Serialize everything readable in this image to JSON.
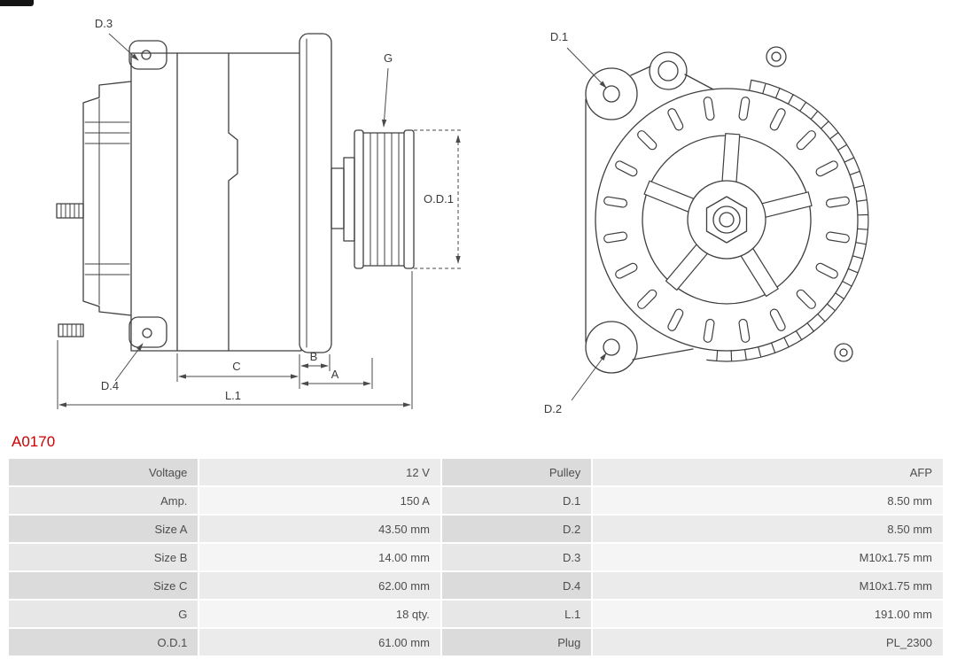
{
  "part_number": "A0170",
  "colors": {
    "part_number_red": "#cc0000",
    "table_label_bg": "#dbdbdb",
    "table_value_bg": "#ebebeb"
  },
  "diagram": {
    "side_view": {
      "d3": "D.3",
      "d4": "D.4",
      "g": "G",
      "od1": "O.D.1",
      "c": "C",
      "b": "B",
      "a": "A",
      "l1": "L.1"
    },
    "rear_view": {
      "d1": "D.1",
      "d2": "D.2"
    }
  },
  "specs": {
    "rows": [
      [
        "Voltage",
        "12 V",
        "Pulley",
        "AFP"
      ],
      [
        "Amp.",
        "150 A",
        "D.1",
        "8.50 mm"
      ],
      [
        "Size A",
        "43.50 mm",
        "D.2",
        "8.50 mm"
      ],
      [
        "Size B",
        "14.00 mm",
        "D.3",
        "M10x1.75 mm"
      ],
      [
        "Size C",
        "62.00 mm",
        "D.4",
        "M10x1.75 mm"
      ],
      [
        "G",
        "18 qty.",
        "L.1",
        "191.00 mm"
      ],
      [
        "O.D.1",
        "61.00 mm",
        "Plug",
        "PL_2300"
      ]
    ]
  }
}
